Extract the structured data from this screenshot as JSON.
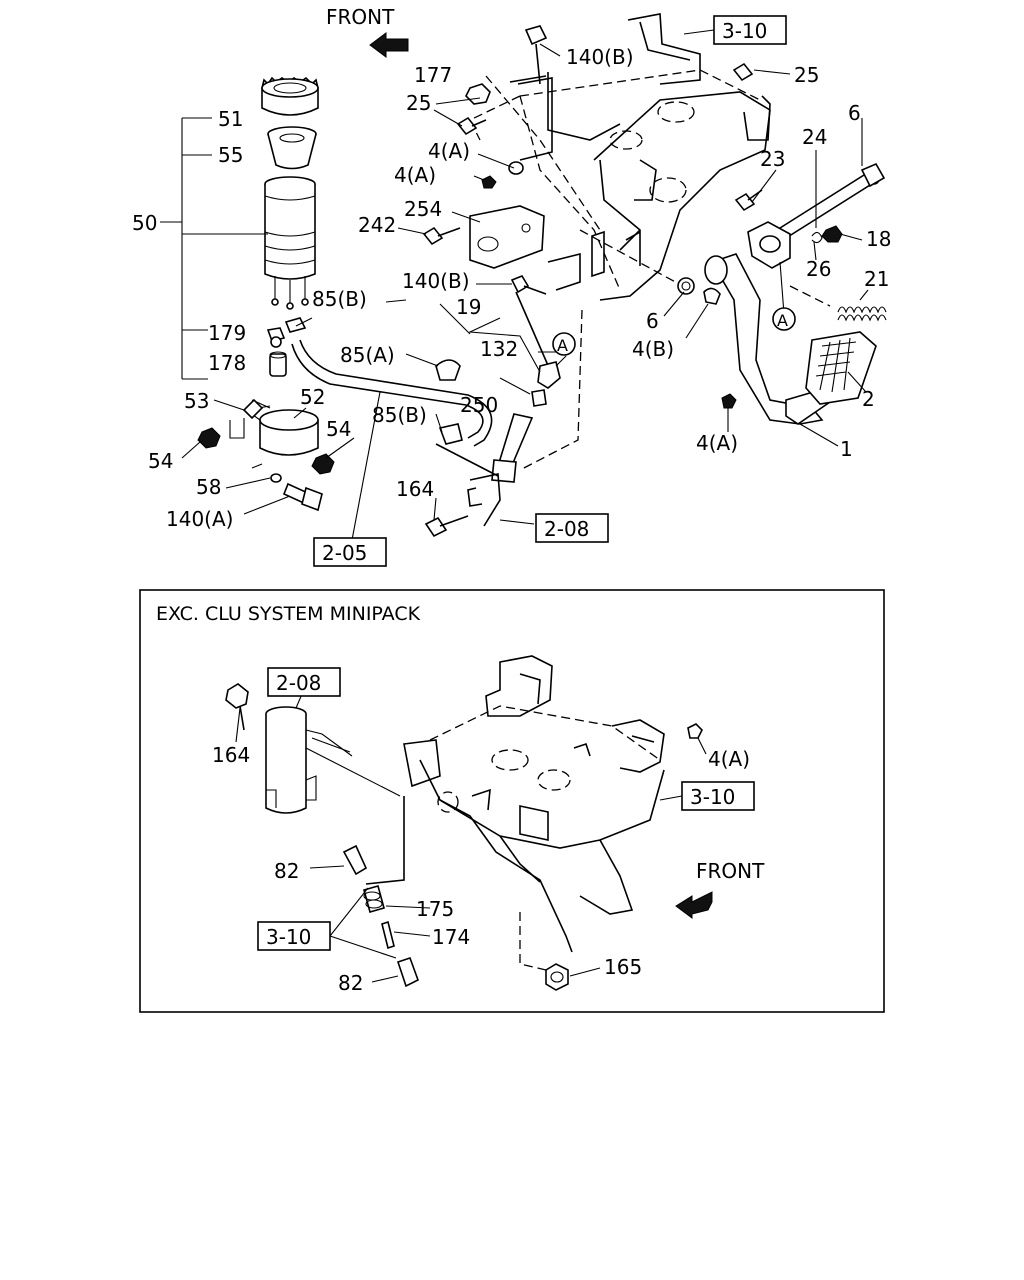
{
  "top": {
    "front_label": "FRONT",
    "callouts": {
      "c51": "51",
      "c55": "55",
      "c50": "50",
      "c179": "179",
      "c178": "178",
      "c85b_top": "85(B)",
      "c85a": "85(A)",
      "c85b_low": "85(B)",
      "c53": "53",
      "c52": "52",
      "c54a": "54",
      "c54b": "54",
      "c58": "58",
      "c140a": "140(A)",
      "c177": "177",
      "c140b_top": "140(B)",
      "c25a": "25",
      "c25b": "25",
      "c4a1": "4(A)",
      "c4a2": "4(A)",
      "c242": "242",
      "c254": "254",
      "c140b_mid": "140(B)",
      "c19": "19",
      "c132": "132",
      "c250": "250",
      "c164": "164",
      "c6a": "6",
      "c24": "24",
      "c23": "23",
      "c18": "18",
      "c26": "26",
      "c21": "21",
      "c6b": "6",
      "c4b": "4(B)",
      "c2": "2",
      "c4a3": "4(A)",
      "c1": "1",
      "circleA1": "A",
      "circleA2": "A"
    },
    "refs": {
      "r310": "3-10",
      "r208": "2-08",
      "r205": "2-05"
    }
  },
  "inset": {
    "title": "EXC. CLU SYSTEM MINIPACK",
    "front_label": "FRONT",
    "callouts": {
      "c164": "164",
      "c4a": "4(A)",
      "c82a": "82",
      "c175": "175",
      "c174": "174",
      "c82b": "82",
      "c165": "165"
    },
    "refs": {
      "r208": "2-08",
      "r310a": "3-10",
      "r310b": "3-10"
    }
  }
}
